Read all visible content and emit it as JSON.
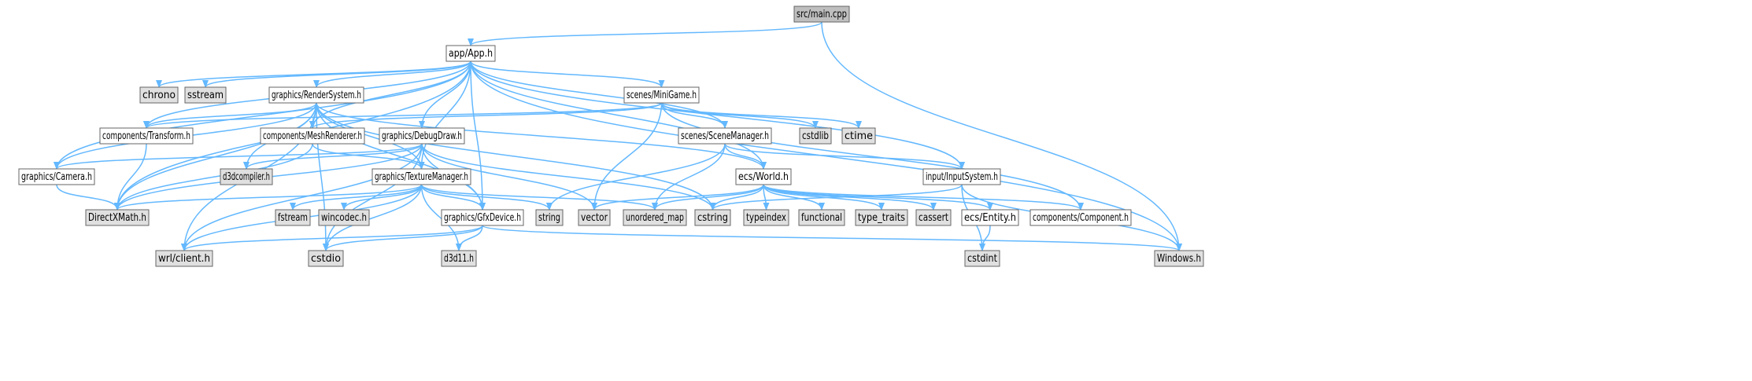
{
  "diagram": {
    "colors": {
      "root_fill": "#bfbfbf",
      "local_fill": "#ffffff",
      "system_fill": "#e0e0e0",
      "border": "#666666",
      "edge": "#63b8ff"
    },
    "nodes": [
      {
        "id": "main",
        "label": "src/main.cpp",
        "kind": "root"
      },
      {
        "id": "app",
        "label": "app/App.h",
        "kind": "local"
      },
      {
        "id": "chrono",
        "label": "chrono",
        "kind": "system"
      },
      {
        "id": "sstream",
        "label": "sstream",
        "kind": "system"
      },
      {
        "id": "rendersystem",
        "label": "graphics/RenderSystem.h",
        "kind": "local"
      },
      {
        "id": "minigame",
        "label": "scenes/MiniGame.h",
        "kind": "local"
      },
      {
        "id": "transform",
        "label": "components/Transform.h",
        "kind": "local"
      },
      {
        "id": "meshrenderer",
        "label": "components/MeshRenderer.h",
        "kind": "local"
      },
      {
        "id": "debugdraw",
        "label": "graphics/DebugDraw.h",
        "kind": "local"
      },
      {
        "id": "scenemanager",
        "label": "scenes/SceneManager.h",
        "kind": "local"
      },
      {
        "id": "cstdlib",
        "label": "cstdlib",
        "kind": "system"
      },
      {
        "id": "ctime",
        "label": "ctime",
        "kind": "system"
      },
      {
        "id": "camera",
        "label": "graphics/Camera.h",
        "kind": "local"
      },
      {
        "id": "d3dcompiler",
        "label": "d3dcompiler.h",
        "kind": "system"
      },
      {
        "id": "texturemanager",
        "label": "graphics/TextureManager.h",
        "kind": "local"
      },
      {
        "id": "world",
        "label": "ecs/World.h",
        "kind": "local"
      },
      {
        "id": "inputsystem",
        "label": "input/InputSystem.h",
        "kind": "local"
      },
      {
        "id": "directxmath",
        "label": "DirectXMath.h",
        "kind": "system"
      },
      {
        "id": "fstream",
        "label": "fstream",
        "kind": "system"
      },
      {
        "id": "wincodec",
        "label": "wincodec.h",
        "kind": "system"
      },
      {
        "id": "gfxdevice",
        "label": "graphics/GfxDevice.h",
        "kind": "local"
      },
      {
        "id": "string",
        "label": "string",
        "kind": "system"
      },
      {
        "id": "vector",
        "label": "vector",
        "kind": "system"
      },
      {
        "id": "unordered_map",
        "label": "unordered_map",
        "kind": "system"
      },
      {
        "id": "cstring",
        "label": "cstring",
        "kind": "system"
      },
      {
        "id": "typeindex",
        "label": "typeindex",
        "kind": "system"
      },
      {
        "id": "functional",
        "label": "functional",
        "kind": "system"
      },
      {
        "id": "type_traits",
        "label": "type_traits",
        "kind": "system"
      },
      {
        "id": "cassert",
        "label": "cassert",
        "kind": "system"
      },
      {
        "id": "entity",
        "label": "ecs/Entity.h",
        "kind": "local"
      },
      {
        "id": "component",
        "label": "components/Component.h",
        "kind": "local"
      },
      {
        "id": "wrlclient",
        "label": "wrl/client.h",
        "kind": "system"
      },
      {
        "id": "cstdio",
        "label": "cstdio",
        "kind": "system"
      },
      {
        "id": "d3d11",
        "label": "d3d11.h",
        "kind": "system"
      },
      {
        "id": "cstdint",
        "label": "cstdint",
        "kind": "system"
      },
      {
        "id": "windows",
        "label": "Windows.h",
        "kind": "system"
      }
    ],
    "edges": [
      [
        "main",
        "app"
      ],
      [
        "main",
        "windows"
      ],
      [
        "app",
        "chrono"
      ],
      [
        "app",
        "sstream"
      ],
      [
        "app",
        "rendersystem"
      ],
      [
        "app",
        "minigame"
      ],
      [
        "app",
        "transform"
      ],
      [
        "app",
        "meshrenderer"
      ],
      [
        "app",
        "debugdraw"
      ],
      [
        "app",
        "scenemanager"
      ],
      [
        "app",
        "camera"
      ],
      [
        "app",
        "texturemanager"
      ],
      [
        "app",
        "world"
      ],
      [
        "app",
        "inputsystem"
      ],
      [
        "app",
        "gfxdevice"
      ],
      [
        "app",
        "directxmath"
      ],
      [
        "app",
        "windows"
      ],
      [
        "rendersystem",
        "transform"
      ],
      [
        "rendersystem",
        "meshrenderer"
      ],
      [
        "rendersystem",
        "camera"
      ],
      [
        "rendersystem",
        "d3dcompiler"
      ],
      [
        "rendersystem",
        "texturemanager"
      ],
      [
        "rendersystem",
        "world"
      ],
      [
        "rendersystem",
        "gfxdevice"
      ],
      [
        "rendersystem",
        "directxmath"
      ],
      [
        "rendersystem",
        "wrlclient"
      ],
      [
        "rendersystem",
        "cstdio"
      ],
      [
        "rendersystem",
        "cstring"
      ],
      [
        "minigame",
        "transform"
      ],
      [
        "minigame",
        "meshrenderer"
      ],
      [
        "minigame",
        "scenemanager"
      ],
      [
        "minigame",
        "cstdlib"
      ],
      [
        "minigame",
        "ctime"
      ],
      [
        "minigame",
        "vector"
      ],
      [
        "minigame",
        "component"
      ],
      [
        "transform",
        "directxmath"
      ],
      [
        "meshrenderer",
        "texturemanager"
      ],
      [
        "meshrenderer",
        "directxmath"
      ],
      [
        "debugdraw",
        "camera"
      ],
      [
        "debugdraw",
        "d3dcompiler"
      ],
      [
        "debugdraw",
        "gfxdevice"
      ],
      [
        "debugdraw",
        "directxmath"
      ],
      [
        "debugdraw",
        "wrlclient"
      ],
      [
        "debugdraw",
        "cstdio"
      ],
      [
        "debugdraw",
        "vector"
      ],
      [
        "debugdraw",
        "cstring"
      ],
      [
        "scenemanager",
        "world"
      ],
      [
        "scenemanager",
        "inputsystem"
      ],
      [
        "scenemanager",
        "string"
      ],
      [
        "scenemanager",
        "unordered_map"
      ],
      [
        "camera",
        "directxmath"
      ],
      [
        "texturemanager",
        "fstream"
      ],
      [
        "texturemanager",
        "wincodec"
      ],
      [
        "texturemanager",
        "gfxdevice"
      ],
      [
        "texturemanager",
        "string"
      ],
      [
        "texturemanager",
        "unordered_map"
      ],
      [
        "texturemanager",
        "d3d11"
      ],
      [
        "texturemanager",
        "directxmath"
      ],
      [
        "texturemanager",
        "wrlclient"
      ],
      [
        "texturemanager",
        "cstdio"
      ],
      [
        "world",
        "vector"
      ],
      [
        "world",
        "unordered_map"
      ],
      [
        "world",
        "typeindex"
      ],
      [
        "world",
        "functional"
      ],
      [
        "world",
        "type_traits"
      ],
      [
        "world",
        "cassert"
      ],
      [
        "world",
        "entity"
      ],
      [
        "world",
        "component"
      ],
      [
        "world",
        "cstring"
      ],
      [
        "inputsystem",
        "windows"
      ],
      [
        "inputsystem",
        "cstdint"
      ],
      [
        "inputsystem",
        "cstring"
      ],
      [
        "gfxdevice",
        "d3d11"
      ],
      [
        "gfxdevice",
        "wrlclient"
      ],
      [
        "gfxdevice",
        "cstdio"
      ],
      [
        "gfxdevice",
        "windows"
      ],
      [
        "entity",
        "cstdint"
      ]
    ]
  }
}
